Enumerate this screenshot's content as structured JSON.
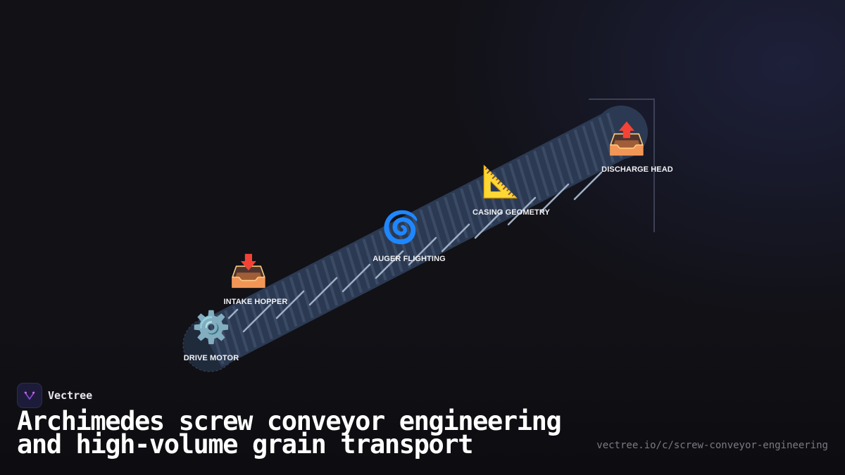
{
  "diagram": {
    "nodes": [
      {
        "id": "drive",
        "label": "DRIVE MOTOR",
        "icon": "gear-icon",
        "glyph": "⚙️"
      },
      {
        "id": "intake",
        "label": "INTAKE HOPPER",
        "icon": "inbox-tray-icon",
        "glyph": "📥"
      },
      {
        "id": "auger",
        "label": "AUGER FLIGHTING",
        "icon": "cyclone-icon",
        "glyph": "🌀"
      },
      {
        "id": "casing",
        "label": "CASING GEOMETRY",
        "icon": "triangular-ruler-icon",
        "glyph": "📐"
      },
      {
        "id": "discharge",
        "label": "DISCHARGE HEAD",
        "icon": "outbox-tray-icon",
        "glyph": "📤"
      }
    ]
  },
  "footer": {
    "brand_name": "Vectree",
    "title_line1": "Archimedes screw conveyor engineering",
    "title_line2": "and high-volume grain transport",
    "url": "vectree.io/c/screw-conveyor-engineering"
  },
  "colors": {
    "background": "#111116",
    "tube": "#2b3a52",
    "flight_lines": "#9fb0c6",
    "text": "#ffffff",
    "muted": "#7a7a84",
    "brand_accent": "#b04ad8"
  }
}
